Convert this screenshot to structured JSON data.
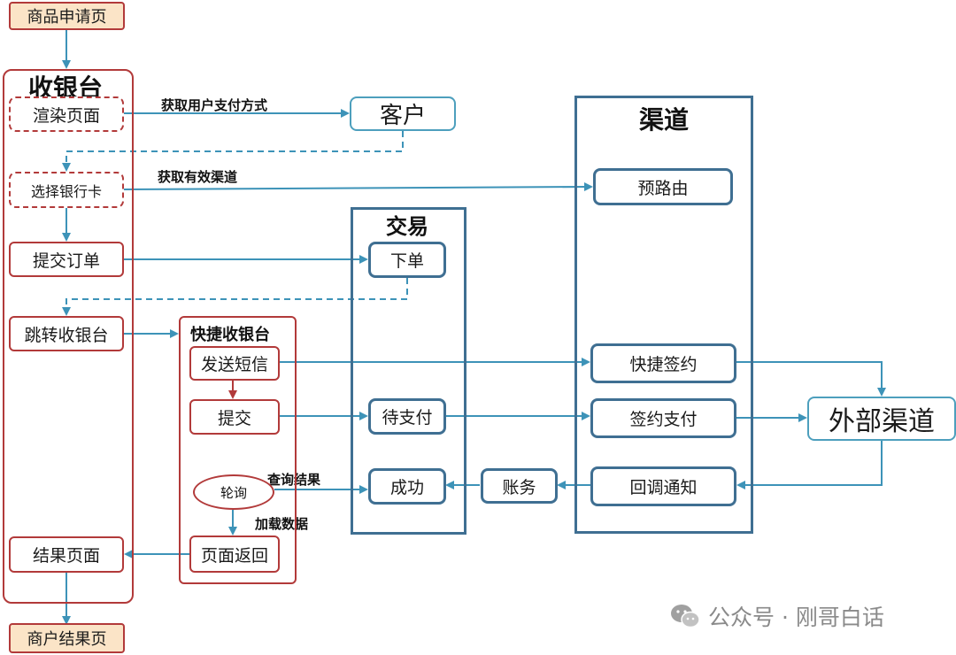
{
  "nodes": {
    "start": "商品申请页",
    "cashier_title": "收银台",
    "render_page": "渲染页面",
    "customer": "客户",
    "select_card": "选择银行卡",
    "submit_order": "提交订单",
    "jump_cashier": "跳转收银台",
    "result_page": "结果页面",
    "end": "商户结果页",
    "quick_title": "快捷收银台",
    "send_sms": "发送短信",
    "submit": "提交",
    "poll": "轮询",
    "page_return": "页面返回",
    "trade_title": "交易",
    "place_order": "下单",
    "pending_pay": "待支付",
    "success": "成功",
    "accounting": "账务",
    "channel_title": "渠道",
    "pre_route": "预路由",
    "quick_sign": "快捷签约",
    "sign_pay": "签约支付",
    "callback": "回调通知",
    "external_channel": "外部渠道"
  },
  "edge_labels": {
    "get_pay_method": "获取用户支付方式",
    "get_valid_channel": "获取有效渠道",
    "query_result": "查询结果",
    "load_data": "加载数据"
  },
  "watermark": {
    "text": "公众号 · 刚哥白话"
  },
  "colors": {
    "red_border": "#b23a3a",
    "blue_border": "#3f6f92",
    "arrow": "#3d93b8",
    "start_fill": "#fbe4c7"
  }
}
